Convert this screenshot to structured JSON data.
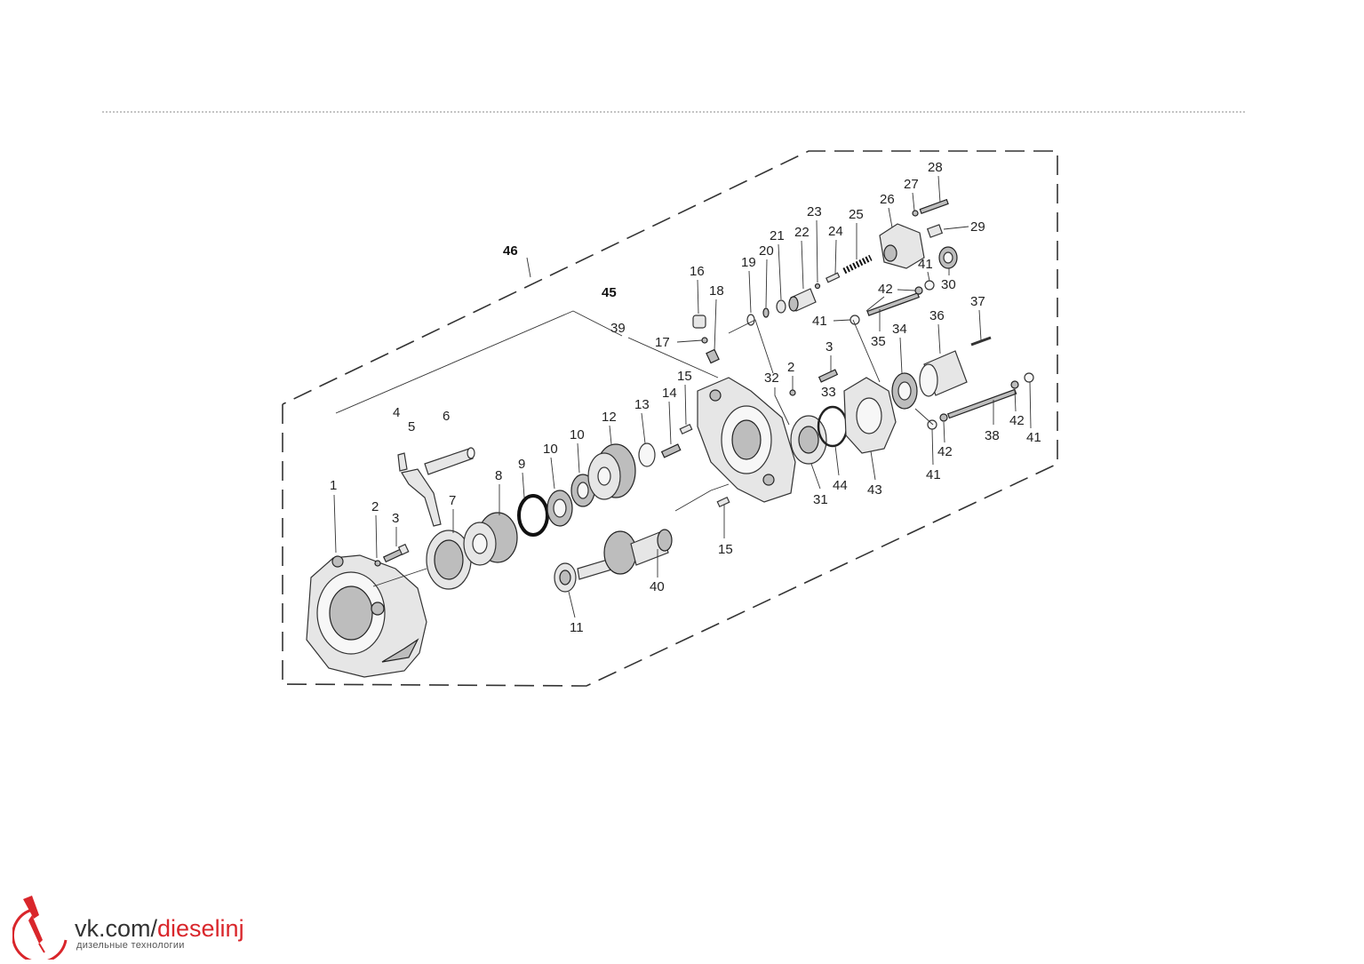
{
  "diagram": {
    "assembly_labels": [
      "46",
      "45"
    ],
    "part_labels": [
      "1",
      "2",
      "3",
      "4",
      "5",
      "6",
      "7",
      "8",
      "9",
      "10",
      "10",
      "11",
      "12",
      "13",
      "14",
      "15",
      "15",
      "16",
      "17",
      "18",
      "19",
      "20",
      "21",
      "22",
      "23",
      "24",
      "25",
      "26",
      "27",
      "28",
      "29",
      "30",
      "31",
      "32",
      "2",
      "3",
      "33",
      "34",
      "35",
      "36",
      "37",
      "38",
      "39",
      "40",
      "41",
      "41",
      "41",
      "41",
      "42",
      "42",
      "42",
      "43",
      "44"
    ]
  },
  "watermark": {
    "site_prefix": "vk.com/",
    "site_name": "dieselinj",
    "tagline": "дизельные технологии"
  },
  "colors": {
    "brand": "#d9262b",
    "ink": "#333333"
  }
}
